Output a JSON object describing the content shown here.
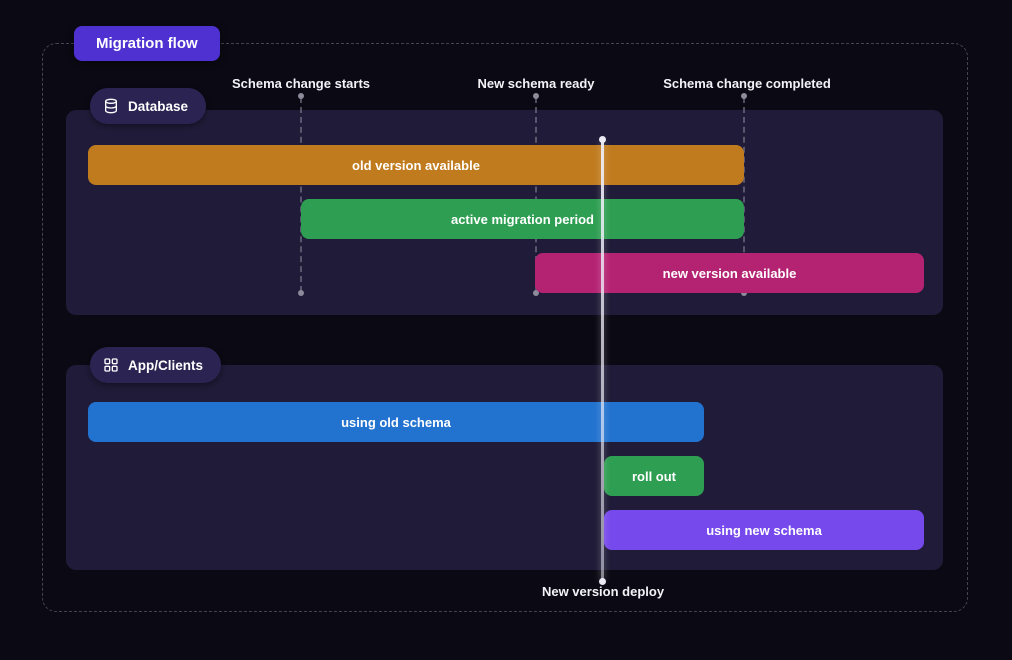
{
  "title": "Migration flow",
  "colors": {
    "background": "#0b0a14",
    "panel": "#1f1b38",
    "title_badge": "#4e31d0",
    "group_badge": "#2b2452",
    "milestone_line": "#8d8a9b",
    "orange": "#c07b1e",
    "green": "#2e9e52",
    "magenta": "#b42372",
    "blue": "#2273cf",
    "purple": "#7649ec"
  },
  "milestones": [
    {
      "label": "Schema change starts"
    },
    {
      "label": "New schema ready"
    },
    {
      "label": "Schema change completed"
    }
  ],
  "deploy": {
    "label": "New version deploy"
  },
  "groups": [
    {
      "label": "Database",
      "icon": "database-icon",
      "bars": [
        {
          "label": "old version available",
          "color": "#c07b1e"
        },
        {
          "label": "active migration period",
          "color": "#2e9e52"
        },
        {
          "label": "new version available",
          "color": "#b42372"
        }
      ]
    },
    {
      "label": "App/Clients",
      "icon": "apps-icon",
      "bars": [
        {
          "label": "using old schema",
          "color": "#2273cf"
        },
        {
          "label": "roll out",
          "color": "#2e9e52"
        },
        {
          "label": "using new schema",
          "color": "#7649ec"
        }
      ]
    }
  ]
}
